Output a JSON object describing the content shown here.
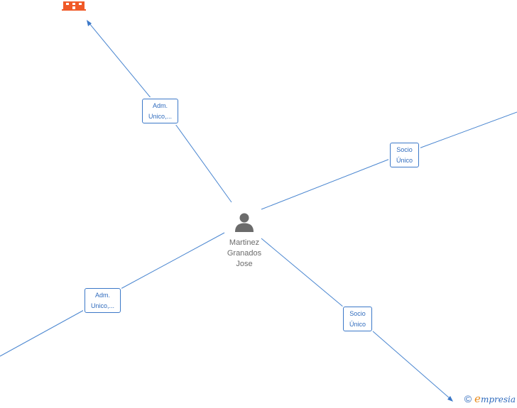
{
  "diagram": {
    "center_person": {
      "name_lines": [
        "Martinez",
        "Granados",
        "Jose"
      ],
      "icon": "person-icon",
      "color": "#6b6b6b"
    },
    "company_node": {
      "icon": "building-icon",
      "color": "#f05a28"
    },
    "edges": [
      {
        "id": "top-left",
        "label_lines": [
          "Adm.",
          "Unico,..."
        ],
        "arrow": true
      },
      {
        "id": "right",
        "label_lines": [
          "Socio",
          "Único"
        ],
        "arrow": false
      },
      {
        "id": "bottom-left",
        "label_lines": [
          "Adm.",
          "Unico,..."
        ],
        "arrow": false
      },
      {
        "id": "bottom-right",
        "label_lines": [
          "Socio",
          "Único"
        ],
        "arrow": true
      }
    ],
    "edge_color": "#3b78c8"
  },
  "brand": {
    "copyright": "©",
    "initial": "e",
    "rest": "mpresia"
  }
}
